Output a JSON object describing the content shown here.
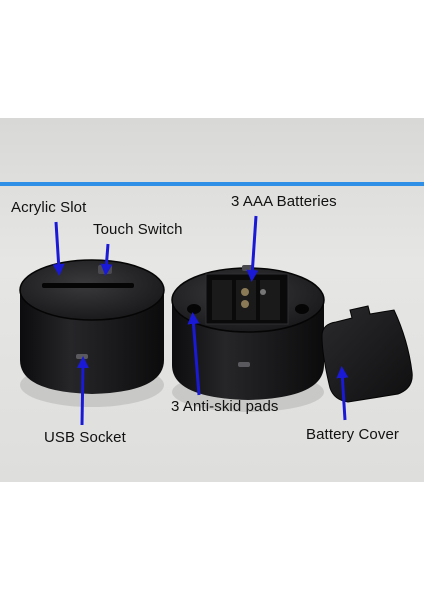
{
  "labels": {
    "acrylic_slot": "Acrylic Slot",
    "touch_switch": "Touch Switch",
    "aaa_batteries": "3 AAA Batteries",
    "usb_socket": "USB Socket",
    "anti_skid_pads": "3 Anti-skid pads",
    "battery_cover": "Battery Cover"
  },
  "colors": {
    "accent_line": "#2f8fe6",
    "arrow": "#1a1ad6",
    "base_body": "#141416"
  }
}
